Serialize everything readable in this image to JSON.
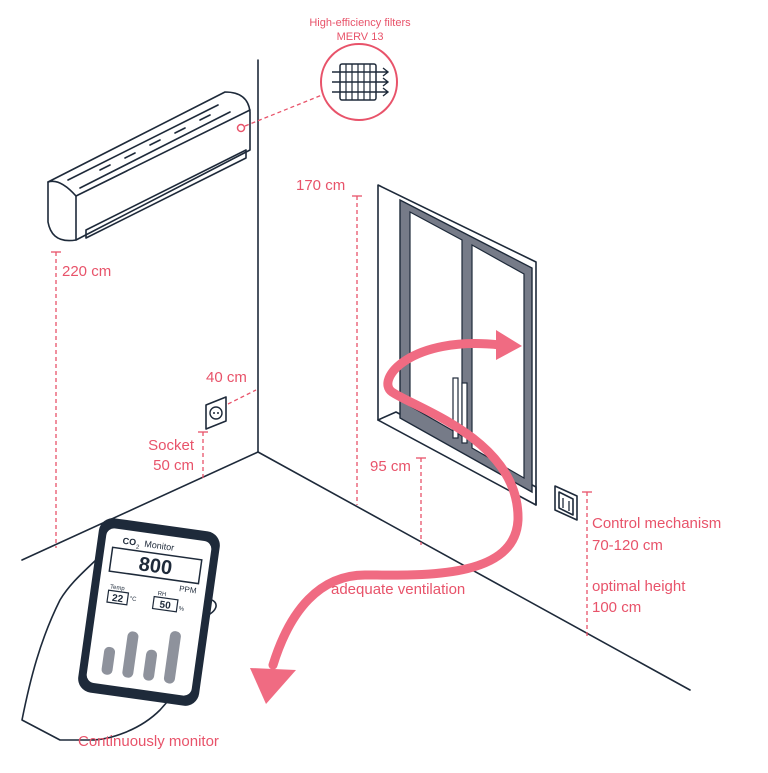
{
  "filter": {
    "title": "High-efficiency filters",
    "rating": "MERV 13",
    "icon": "filter-airflow-icon"
  },
  "dimensions": {
    "ac_height": "220 cm",
    "window_top": "170 cm",
    "window_bottom": "95 cm",
    "socket_offset": "40 cm",
    "socket_label": "Socket",
    "socket_height": "50 cm"
  },
  "control": {
    "title": "Control mechanism",
    "range": "70-120 cm",
    "optimal_label": "optimal height",
    "optimal_value": "100 cm",
    "icon": "thermostat-icon"
  },
  "airflow": {
    "label": "adequate ventilation"
  },
  "monitor": {
    "title_prefix": "CO",
    "title_sub": "2",
    "title_suffix": "Monitor",
    "value": "800",
    "unit": "PPM",
    "temp_label": "Temp",
    "temp_value": "22",
    "temp_unit": "°C",
    "rh_label": "RH",
    "rh_value": "50",
    "rh_unit": "%",
    "bars": [
      0.45,
      0.75,
      0.5,
      0.85
    ]
  },
  "caption": "Continuously monitor",
  "colors": {
    "accent": "#e8536a",
    "ink": "#1e2a3a",
    "window_frame": "#767b88"
  }
}
